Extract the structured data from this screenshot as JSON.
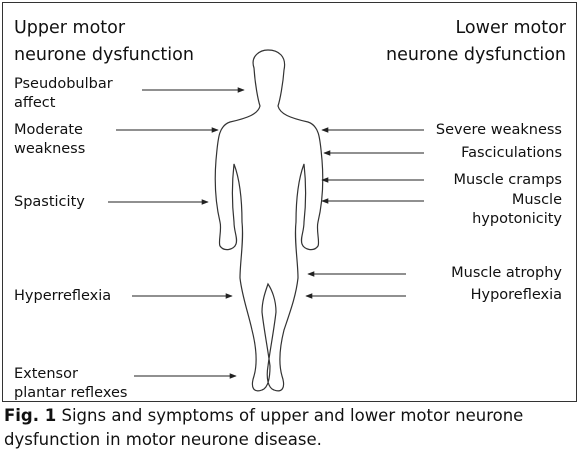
{
  "headers": {
    "left": [
      "Upper motor",
      "neurone dysfunction"
    ],
    "right": [
      "Lower motor",
      "neurone dysfunction"
    ]
  },
  "left_labels": [
    {
      "lines": [
        "Pseudobulbar",
        "affect"
      ]
    },
    {
      "lines": [
        "Moderate",
        "weakness"
      ]
    },
    {
      "lines": [
        "Spasticity"
      ]
    },
    {
      "lines": [
        "Hyperreflexia"
      ]
    },
    {
      "lines": [
        "Extensor",
        "plantar reflexes"
      ]
    }
  ],
  "right_labels": [
    {
      "lines": [
        "Severe weakness"
      ]
    },
    {
      "lines": [
        "Fasciculations"
      ]
    },
    {
      "lines": [
        "Muscle cramps"
      ]
    },
    {
      "lines": [
        "Muscle",
        "hypotonicity"
      ]
    },
    {
      "lines": [
        "Muscle atrophy"
      ]
    },
    {
      "lines": [
        "Hyporeflexia"
      ]
    }
  ],
  "caption": {
    "fig_label": "Fig. 1",
    "text": "Signs and symptoms of upper and lower motor neurone dysfunction in motor neurone disease."
  }
}
